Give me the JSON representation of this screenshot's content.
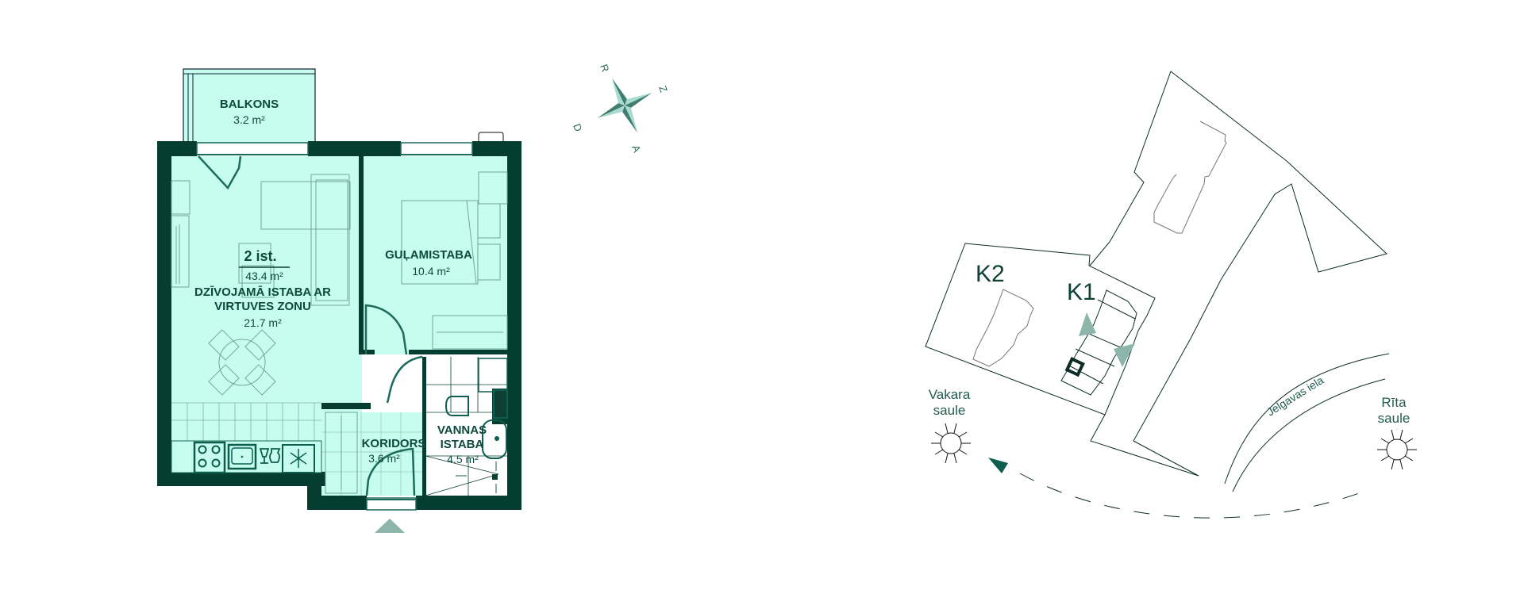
{
  "floor_plan": {
    "unit": {
      "rooms_label": "2 ist.",
      "total_area": "43.4 m²"
    },
    "rooms": [
      {
        "id": "balcony",
        "name": "BALKONS",
        "area": "3.2 m²"
      },
      {
        "id": "living",
        "name_line1": "DZĪVOJAMĀ ISTABA AR",
        "name_line2": "VIRTUVES ZONU",
        "area": "21.7 m²"
      },
      {
        "id": "bedroom",
        "name": "GUĻAMISTABA",
        "area": "10.4 m²"
      },
      {
        "id": "corridor",
        "name": "KORIDORS",
        "area": "3.6 m²"
      },
      {
        "id": "bathroom",
        "name_line1": "VANNAS",
        "name_line2": "ISTABA",
        "area": "4.5 m²"
      }
    ],
    "entrance_icon": "entrance-arrow-icon"
  },
  "compass": {
    "letters": {
      "north": "Z",
      "east": "A",
      "south": "D",
      "west": "R"
    },
    "icon": "compass-rose-icon"
  },
  "site_plan": {
    "buildings": [
      {
        "label": "K2"
      },
      {
        "label": "K1"
      }
    ],
    "evening_sun": {
      "line1": "Vakara",
      "line2": "saule",
      "icon": "sun-icon"
    },
    "morning_sun": {
      "line1": "Rīta",
      "line2": "saule",
      "icon": "sun-icon"
    },
    "street": "Jelgavas iela"
  },
  "colors": {
    "wall": "#053d30",
    "room_fill": "#c6fdef",
    "line": "#1c6b5c",
    "furniture": "#6fa898",
    "accent_arrow": "#8db5a9",
    "sun_arrow": "#0d5e4e"
  }
}
